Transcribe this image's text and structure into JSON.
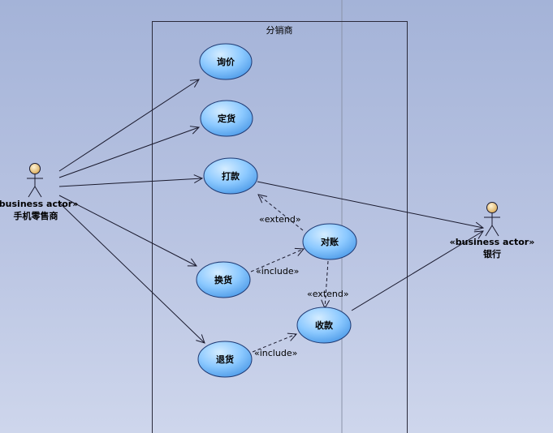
{
  "boundary": {
    "title": "分销商"
  },
  "actors": {
    "retailer": {
      "stereotype": "«business actor»",
      "name": "手机零售商"
    },
    "bank": {
      "stereotype": "«business actor»",
      "name": "银行"
    }
  },
  "use_cases": {
    "inquiry": "询价",
    "order": "定货",
    "pay": "打款",
    "reconcile": "对账",
    "exchange": "换货",
    "collect": "收款",
    "return": "退货"
  },
  "relations": {
    "extend_pay": "«extend»",
    "include_exchange": "«include»",
    "extend_collect": "«extend»",
    "include_return": "«include»"
  },
  "colors": {
    "usecase_fill": "#7fc3ff",
    "usecase_stroke": "#1f3a73",
    "line": "#1a1a2e",
    "actor_head": "#f2d08a"
  }
}
